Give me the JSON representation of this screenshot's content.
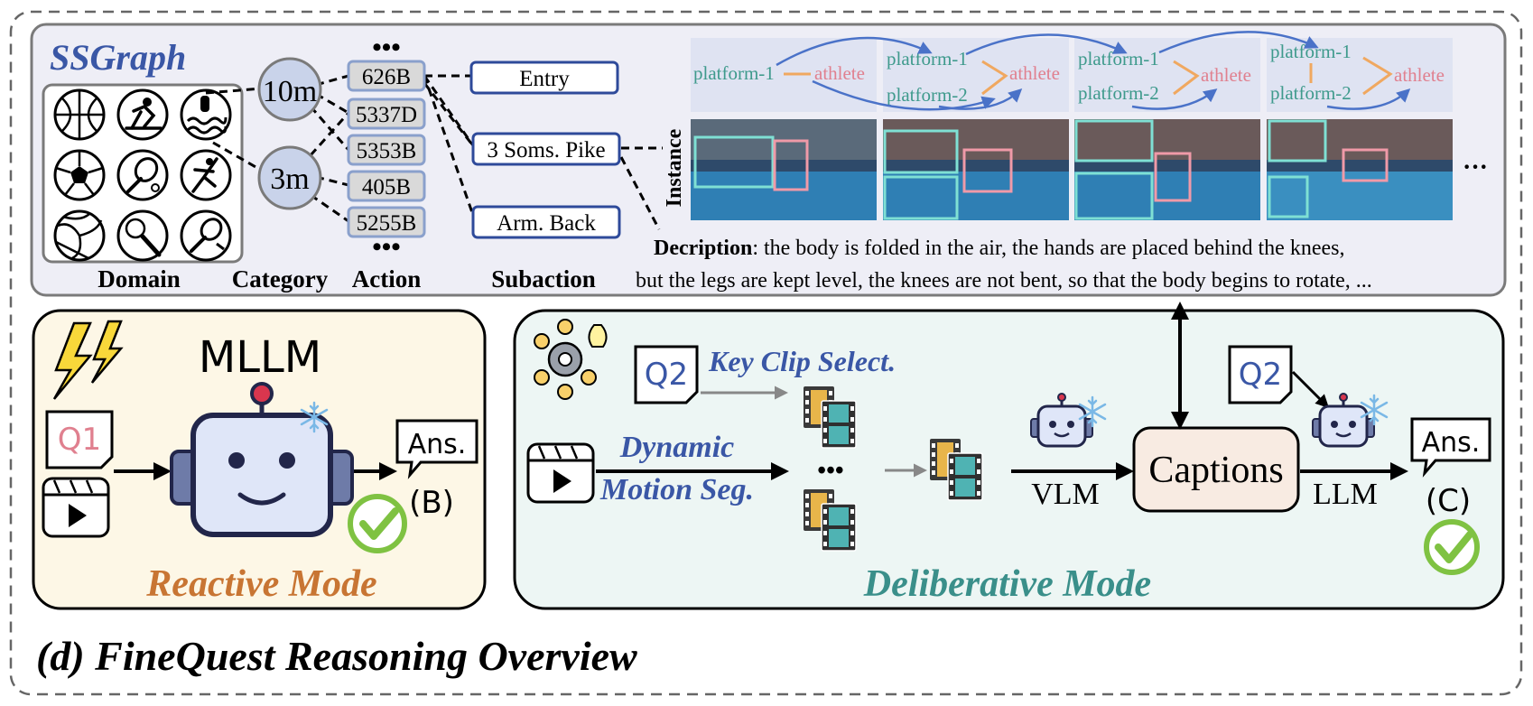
{
  "ssgraph": {
    "title": "SSGraph",
    "domain_label": "Domain",
    "category_label": "Category",
    "action_label": "Action",
    "subaction_label": "Subaction",
    "instance_label": "Instance",
    "domain_icons": [
      "basketball-icon",
      "hockey-icon",
      "swimming-icon",
      "soccer-icon",
      "tennis-icon",
      "gymnastics-icon",
      "volleyball-icon",
      "baseball-icon",
      "badminton-icon"
    ],
    "categories": [
      "10m",
      "3m"
    ],
    "actions": [
      "626B",
      "5337D",
      "5353B",
      "405B",
      "5255B"
    ],
    "action_dots_top": "•••",
    "action_dots_bottom": "•••",
    "subactions": [
      "Entry",
      "3 Soms. Pike",
      "Arm. Back"
    ],
    "graphs": [
      {
        "nodes": [
          "platform-1",
          "athlete"
        ]
      },
      {
        "nodes": [
          "platform-1",
          "platform-2",
          "athlete"
        ]
      },
      {
        "nodes": [
          "platform-1",
          "platform-2",
          "athlete"
        ]
      },
      {
        "nodes": [
          "platform-1",
          "platform-2",
          "athlete"
        ]
      }
    ],
    "frames_ellipsis": "···",
    "description_label": "Decription",
    "description_line1": ": the body is folded in the air, the hands are placed behind the knees,",
    "description_line2": "but the legs are kept level, the knees are not bent, so that the body begins to rotate, ..."
  },
  "reactive": {
    "title": "MLLM",
    "question": "Q1",
    "answer_bubble": "Ans.",
    "answer": "(B)",
    "mode_label": "Reactive Mode"
  },
  "deliberative": {
    "question_top": "Q2",
    "key_clip_label": "Key Clip Select.",
    "dynamic_label_1": "Dynamic",
    "dynamic_label_2": "Motion Seg.",
    "clip_dots": "•••",
    "vlm_label": "VLM",
    "captions_label": "Captions",
    "llm_label": "LLM",
    "question_llm": "Q2",
    "answer_bubble": "Ans.",
    "answer": "(C)",
    "mode_label": "Deliberative Mode"
  },
  "footer": {
    "title": "(d) FineQuest Reasoning Overview"
  },
  "colors": {
    "ssgraph_bg": "#eeeef6",
    "title_blue": "#3a57a6",
    "node_fill": "#c9d3ea",
    "action_fill": "#d9d9d9",
    "action_border": "#8aa0cc",
    "sub_border": "#2e4a9a",
    "graph_teal": "#3e9a8c",
    "graph_pink": "#e0808f",
    "graph_orange": "#f0a860",
    "arrow_blue": "#4a72c8",
    "reactive_bg": "#fdf7e6",
    "reactive_text": "#c87533",
    "deliberative_bg": "#edf6f4",
    "deliberative_text": "#3a8f8a",
    "captions_fill": "#f8ebe2",
    "check_green": "#7fc242"
  }
}
